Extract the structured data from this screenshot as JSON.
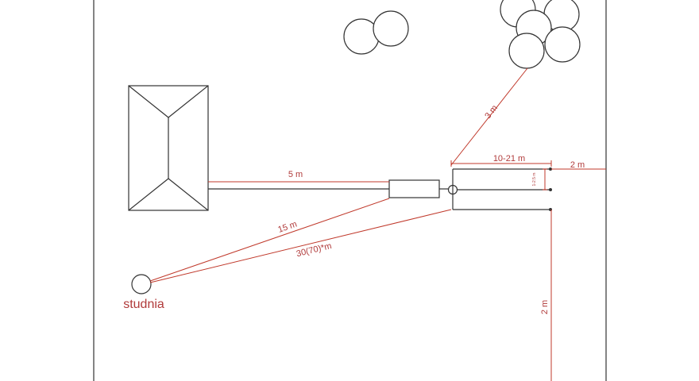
{
  "labels": {
    "well": "studnia",
    "house_to_tank": "5 m",
    "well_to_tank": "15 m",
    "well_to_junction": "30(70)*m",
    "junction_to_trees": "3 m",
    "drain_length": "10-21 m",
    "drain_spacing": "1-2.5 m",
    "to_right_boundary": "2 m",
    "to_bottom_boundary": "2 m"
  },
  "colors": {
    "line": "#333333",
    "dimension": "#c0392b",
    "dimension_text": "#b03a3a",
    "background": "#ffffff"
  }
}
